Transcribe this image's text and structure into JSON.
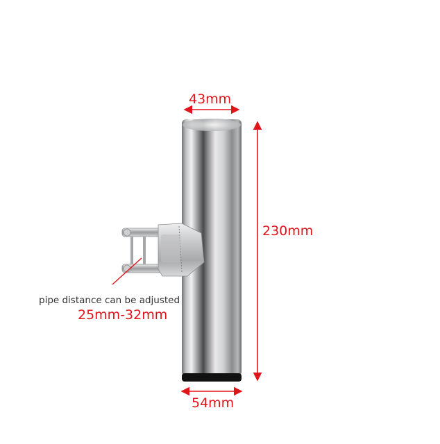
{
  "labels": {
    "top_width": "43mm",
    "height": "230mm",
    "bottom_width": "54mm",
    "note": "pipe distance can be adjusted",
    "range": "25mm-32mm"
  },
  "colors": {
    "dimension": "#e0141b",
    "note_text": "#333333",
    "background": "#ffffff"
  },
  "icons": {
    "product": "rod-holder-tube-with-clamp"
  }
}
